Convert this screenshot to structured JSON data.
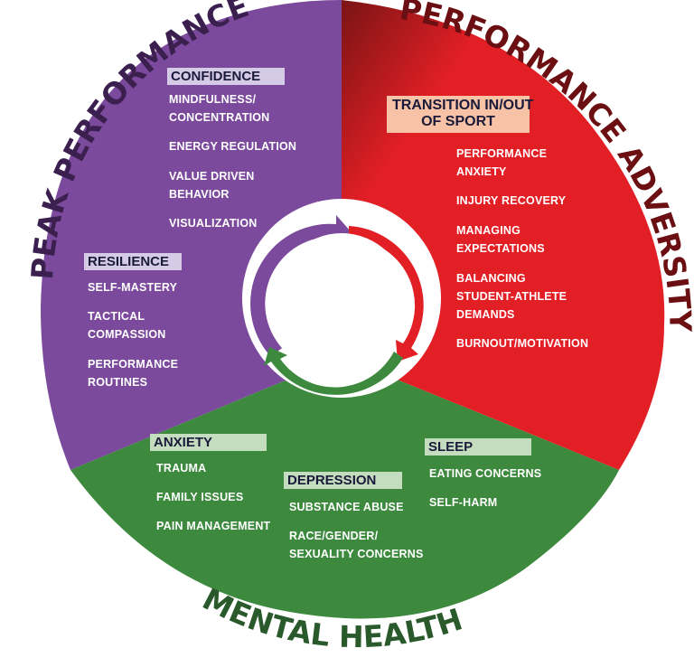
{
  "colors": {
    "peak": "#7b4a9c",
    "adversity": "#e31f26",
    "mental_health": "#3d8a3f",
    "peak_title": "#3b1f4f",
    "adversity_title": "#6b0f12",
    "mental_title": "#2a5a2c",
    "label_lavender": "#d6cbe6",
    "label_peach": "#f7c2a6",
    "label_sage": "#c4ddbe"
  },
  "sections": {
    "peak": {
      "title": "PEAK PERFORMANCE",
      "groups": [
        {
          "label": "CONFIDENCE",
          "items": [
            "MINDFULNESS/\nCONCENTRATION",
            "ENERGY REGULATION",
            "VALUE DRIVEN\nBEHAVIOR",
            "VISUALIZATION"
          ]
        },
        {
          "label": "RESILIENCE",
          "items": [
            "SELF-MASTERY",
            "TACTICAL\nCOMPASSION",
            "PERFORMANCE\nROUTINES"
          ]
        }
      ]
    },
    "adversity": {
      "title": "PERFORMANCE ADVERSITY",
      "groups": [
        {
          "label": "TRANSITION IN/OUT\nOF SPORT",
          "items": [
            "PERFORMANCE\nANXIETY",
            "INJURY RECOVERY",
            "MANAGING\nEXPECTATIONS",
            "BALANCING\nSTUDENT-ATHLETE\nDEMANDS",
            "BURNOUT/MOTIVATION"
          ]
        }
      ]
    },
    "mental_health": {
      "title": "MENTAL HEALTH",
      "groups": [
        {
          "label": "ANXIETY",
          "items": [
            "TRAUMA",
            "FAMILY ISSUES",
            "PAIN MANAGEMENT"
          ]
        },
        {
          "label": "DEPRESSION",
          "items": [
            "SUBSTANCE ABUSE",
            "RACE/GENDER/\nSEXUALITY CONCERNS"
          ]
        },
        {
          "label": "SLEEP",
          "items": [
            "EATING CONCERNS",
            "SELF-HARM"
          ]
        }
      ]
    }
  }
}
